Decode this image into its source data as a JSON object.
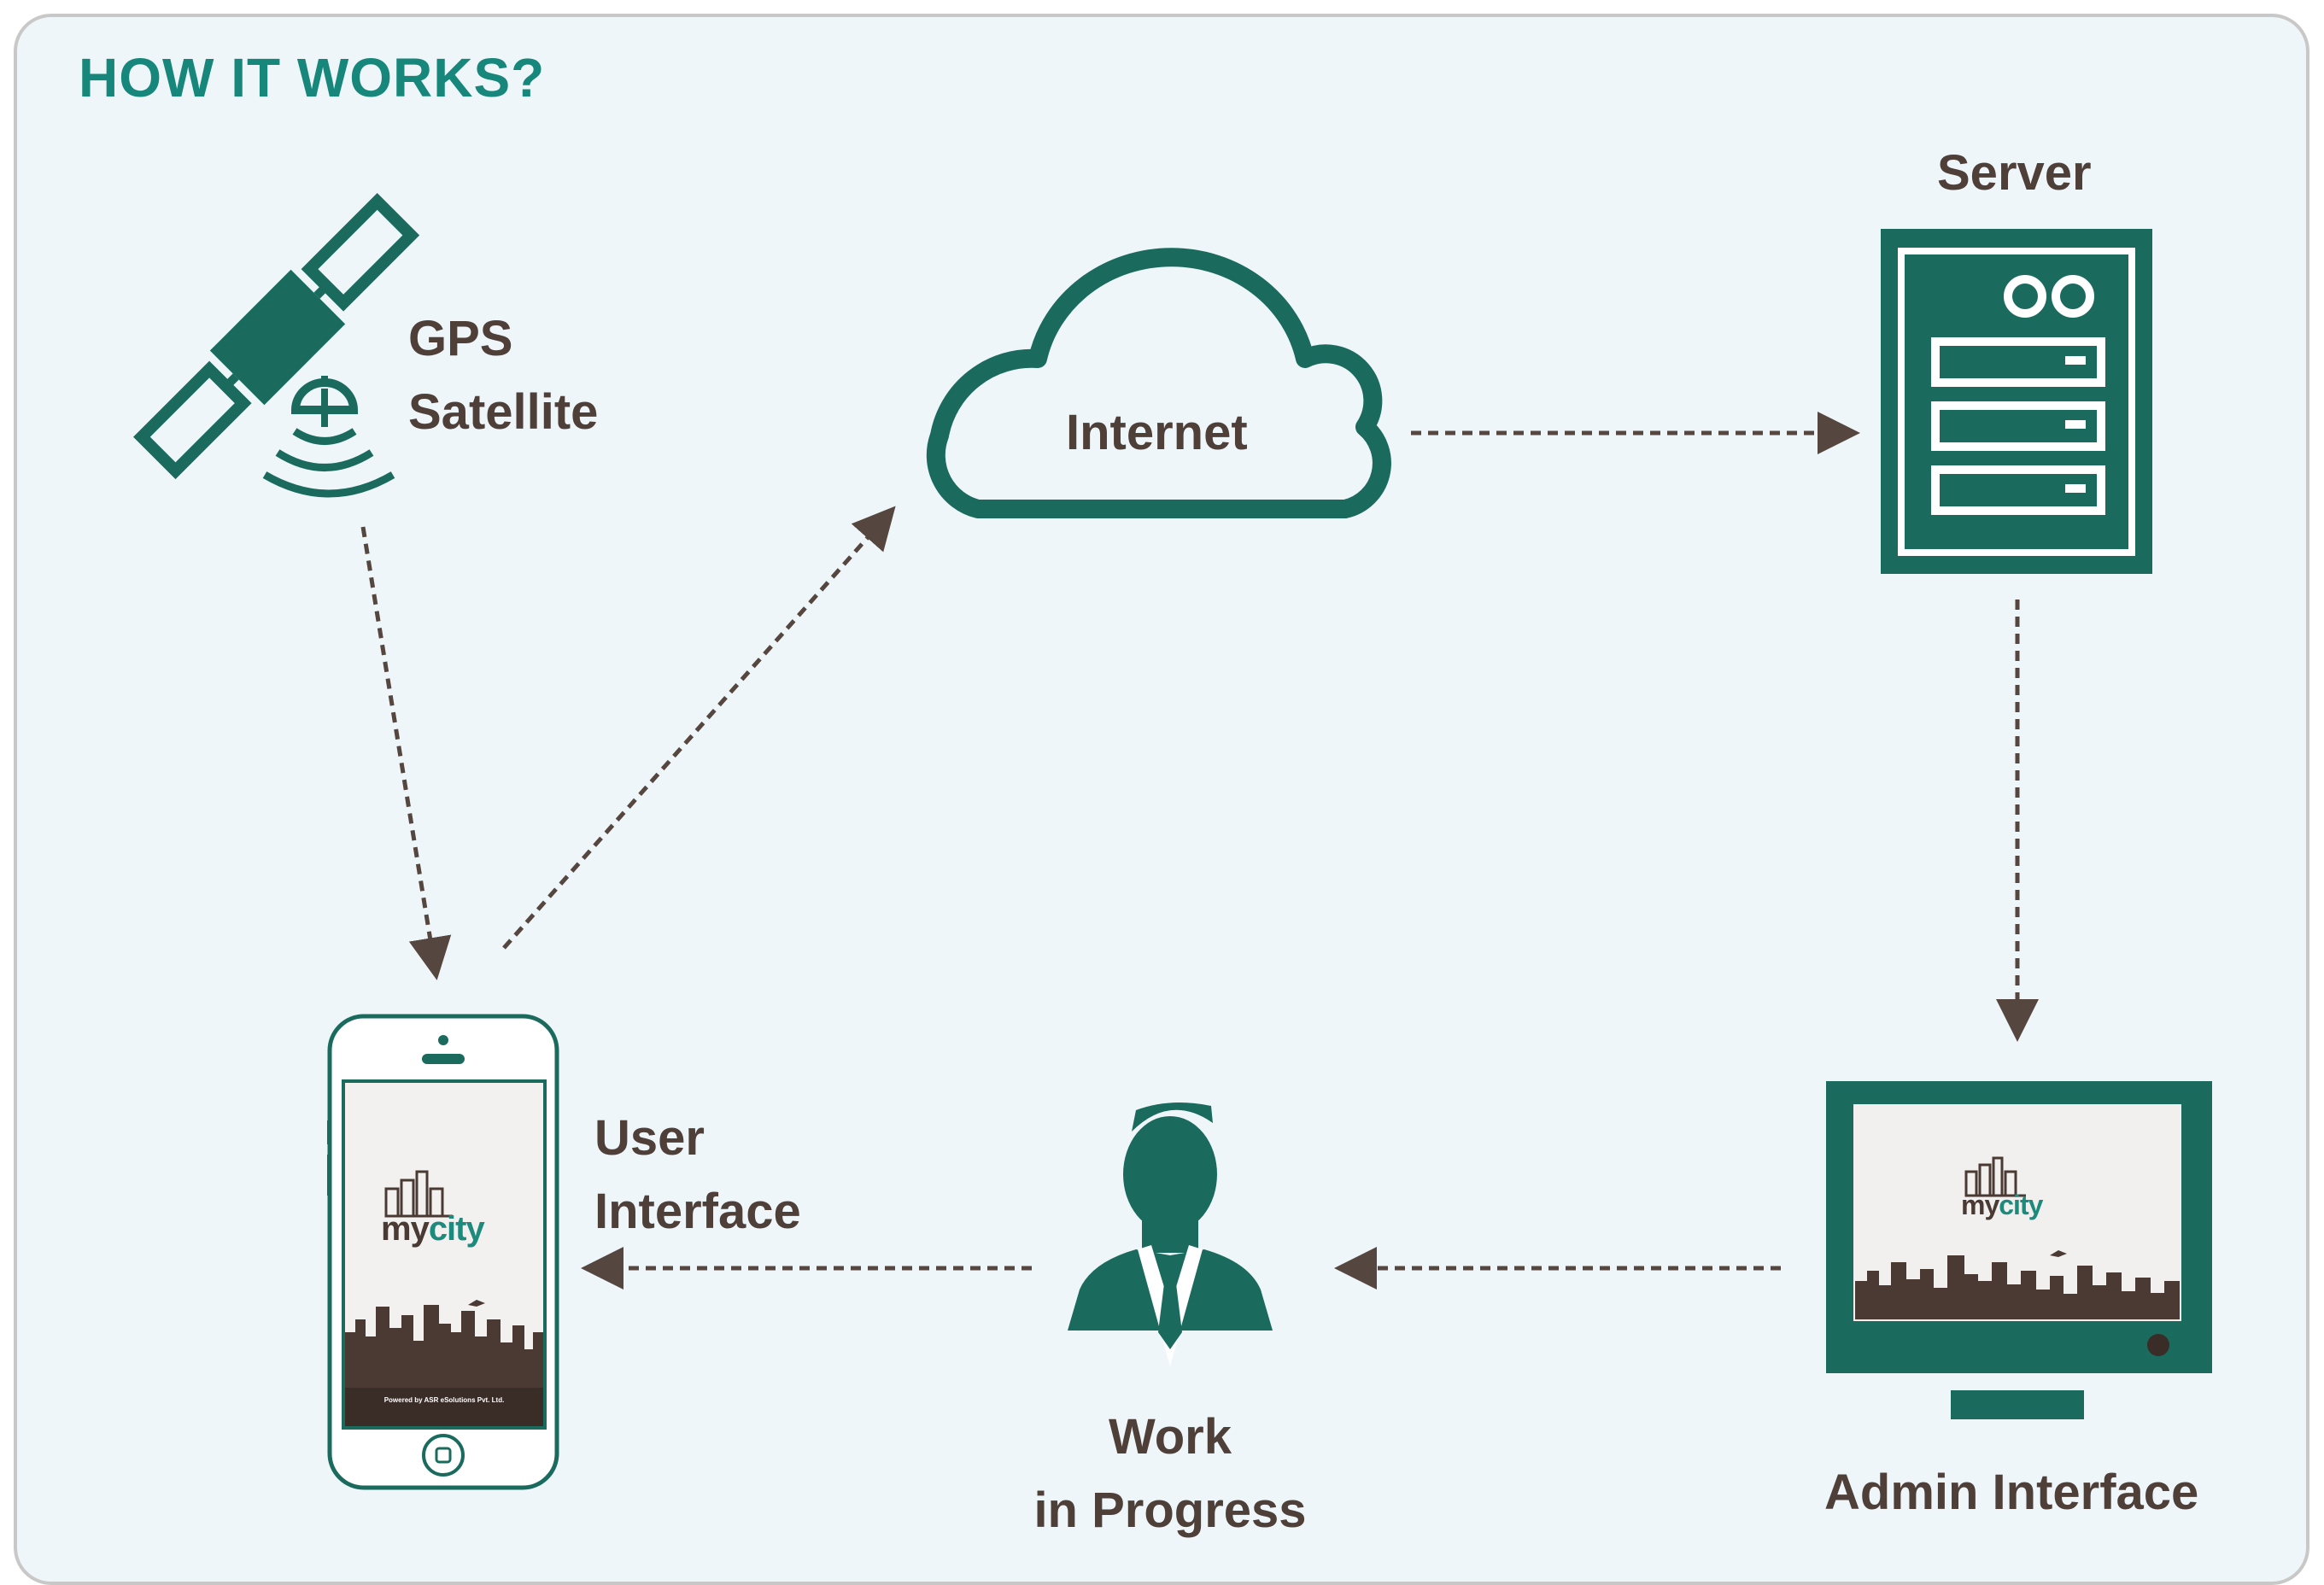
{
  "title": "HOW IT WORKS?",
  "nodes": {
    "gps": {
      "line1": "GPS",
      "line2": "Satellite"
    },
    "internet": {
      "label": "Internet"
    },
    "server": {
      "label": "Server"
    },
    "user_interface": {
      "line1": "User",
      "line2": "Interface"
    },
    "work": {
      "line1": "Work",
      "line2": "in Progress"
    },
    "admin": {
      "label": "Admin Interface"
    }
  },
  "branding": {
    "app_name_my": "my",
    "app_name_city": "city",
    "powered_by": "Powered by ASR eSolutions Pvt. Ltd."
  },
  "colors": {
    "accent_green": "#1a6b5e",
    "title_green": "#16877a",
    "text_brown": "#4e3f39",
    "arrow_brown": "#55463f",
    "panel_bg": "#eff6fa"
  },
  "flow": [
    "gps-satellite → user-interface",
    "user-interface → internet",
    "internet → server",
    "server → admin-interface",
    "admin-interface → work-in-progress",
    "work-in-progress → user-interface"
  ]
}
